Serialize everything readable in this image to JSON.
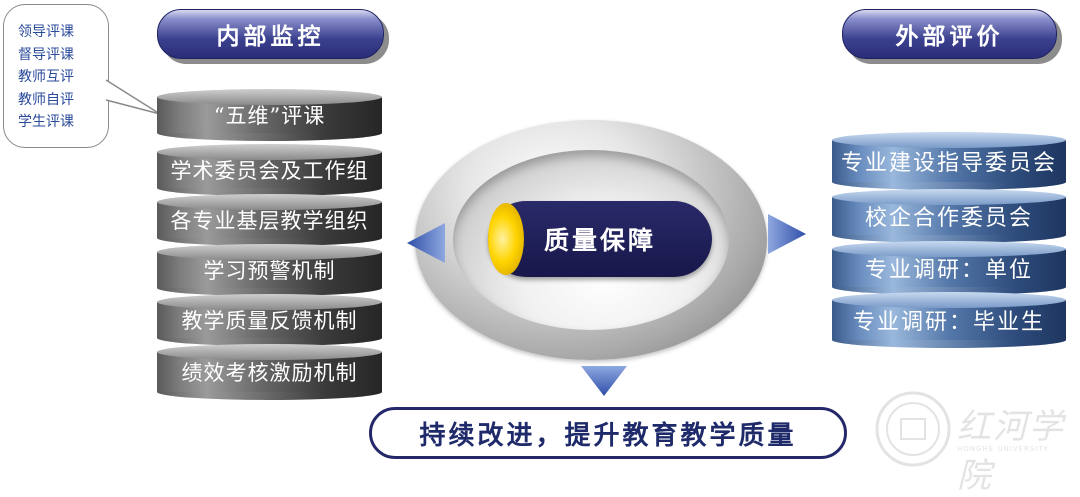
{
  "headers": {
    "internal": "内部监控",
    "external": "外部评价"
  },
  "callout": {
    "items": [
      "领导评课",
      "督导评课",
      "教师互评",
      "教师自评",
      "学生评课"
    ]
  },
  "internal_items": [
    "“五维”评课",
    "学术委员会及工作组",
    "各专业基层教学组织",
    "学习预警机制",
    "教学质量反馈机制",
    "绩效考核激励机制"
  ],
  "external_items": [
    "专业建设指导委员会",
    "校企合作委员会",
    "专业调研：单位",
    "专业调研：毕业生"
  ],
  "center": {
    "label": "质量保障"
  },
  "bottom": {
    "label": "持续改进，提升教育教学质量"
  },
  "watermark": {
    "text": "红河学院",
    "sub": "HONGHE UNIVERSITY"
  },
  "colors": {
    "header": "#2a2e78",
    "callout_text": "#2a4a9a",
    "arrow": "#3a5bb0",
    "core": "#17174a",
    "core_glow": "#ffd400",
    "bottom_border": "#24286a"
  }
}
